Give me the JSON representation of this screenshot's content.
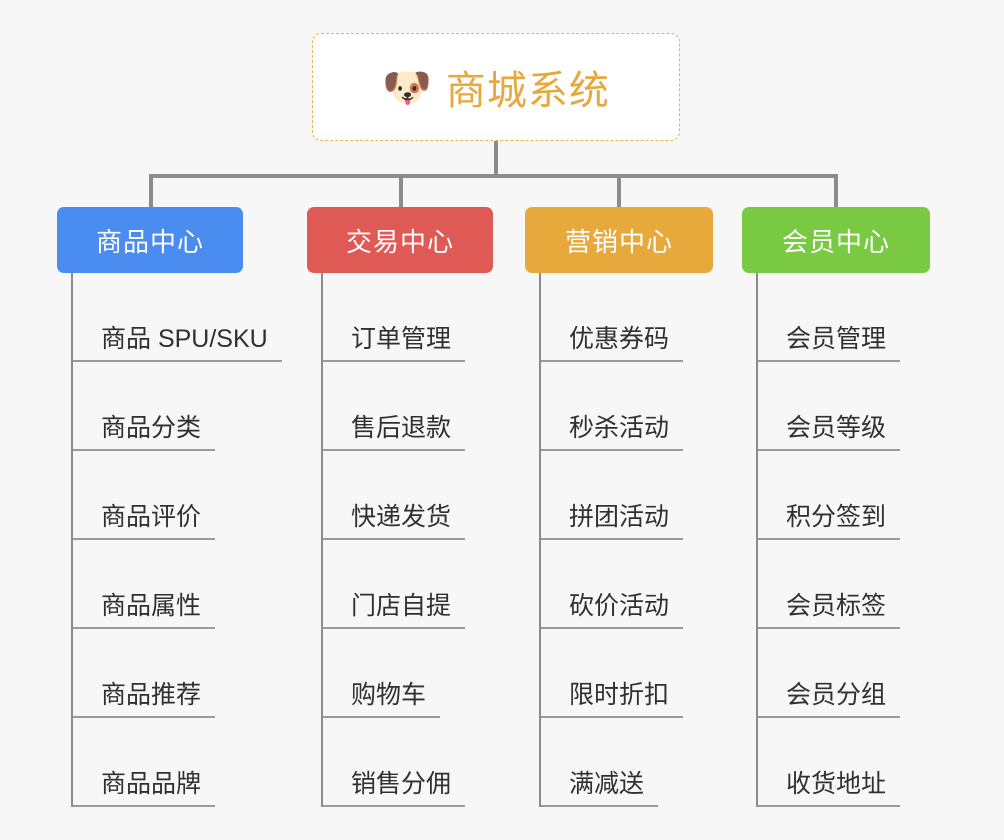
{
  "page": {
    "background_color": "#f7f7f7",
    "type": "mindmap",
    "connector_color": "#8c8c8c"
  },
  "root": {
    "icon": "shiba-dog-face-emoji",
    "icon_glyph": "🐶",
    "title": "商城系统",
    "text_color": "#e8a93c",
    "border_color": "#e8b44a",
    "border_style": "dashed",
    "background_color": "#ffffff"
  },
  "columns": [
    {
      "category": "商品中心",
      "color": "#4a8cf0",
      "items": [
        "商品 SPU/SKU",
        "商品分类",
        "商品评价",
        "商品属性",
        "商品推荐",
        "商品品牌"
      ]
    },
    {
      "category": "交易中心",
      "color": "#e05a55",
      "items": [
        "订单管理",
        "售后退款",
        "快递发货",
        "门店自提",
        "购物车",
        "销售分佣"
      ]
    },
    {
      "category": "营销中心",
      "color": "#e8a93c",
      "items": [
        "优惠券码",
        "秒杀活动",
        "拼团活动",
        "砍价活动",
        "限时折扣",
        "满减送"
      ]
    },
    {
      "category": "会员中心",
      "color": "#7ac943",
      "items": [
        "会员管理",
        "会员等级",
        "积分签到",
        "会员标签",
        "会员分组",
        "收货地址"
      ]
    }
  ]
}
